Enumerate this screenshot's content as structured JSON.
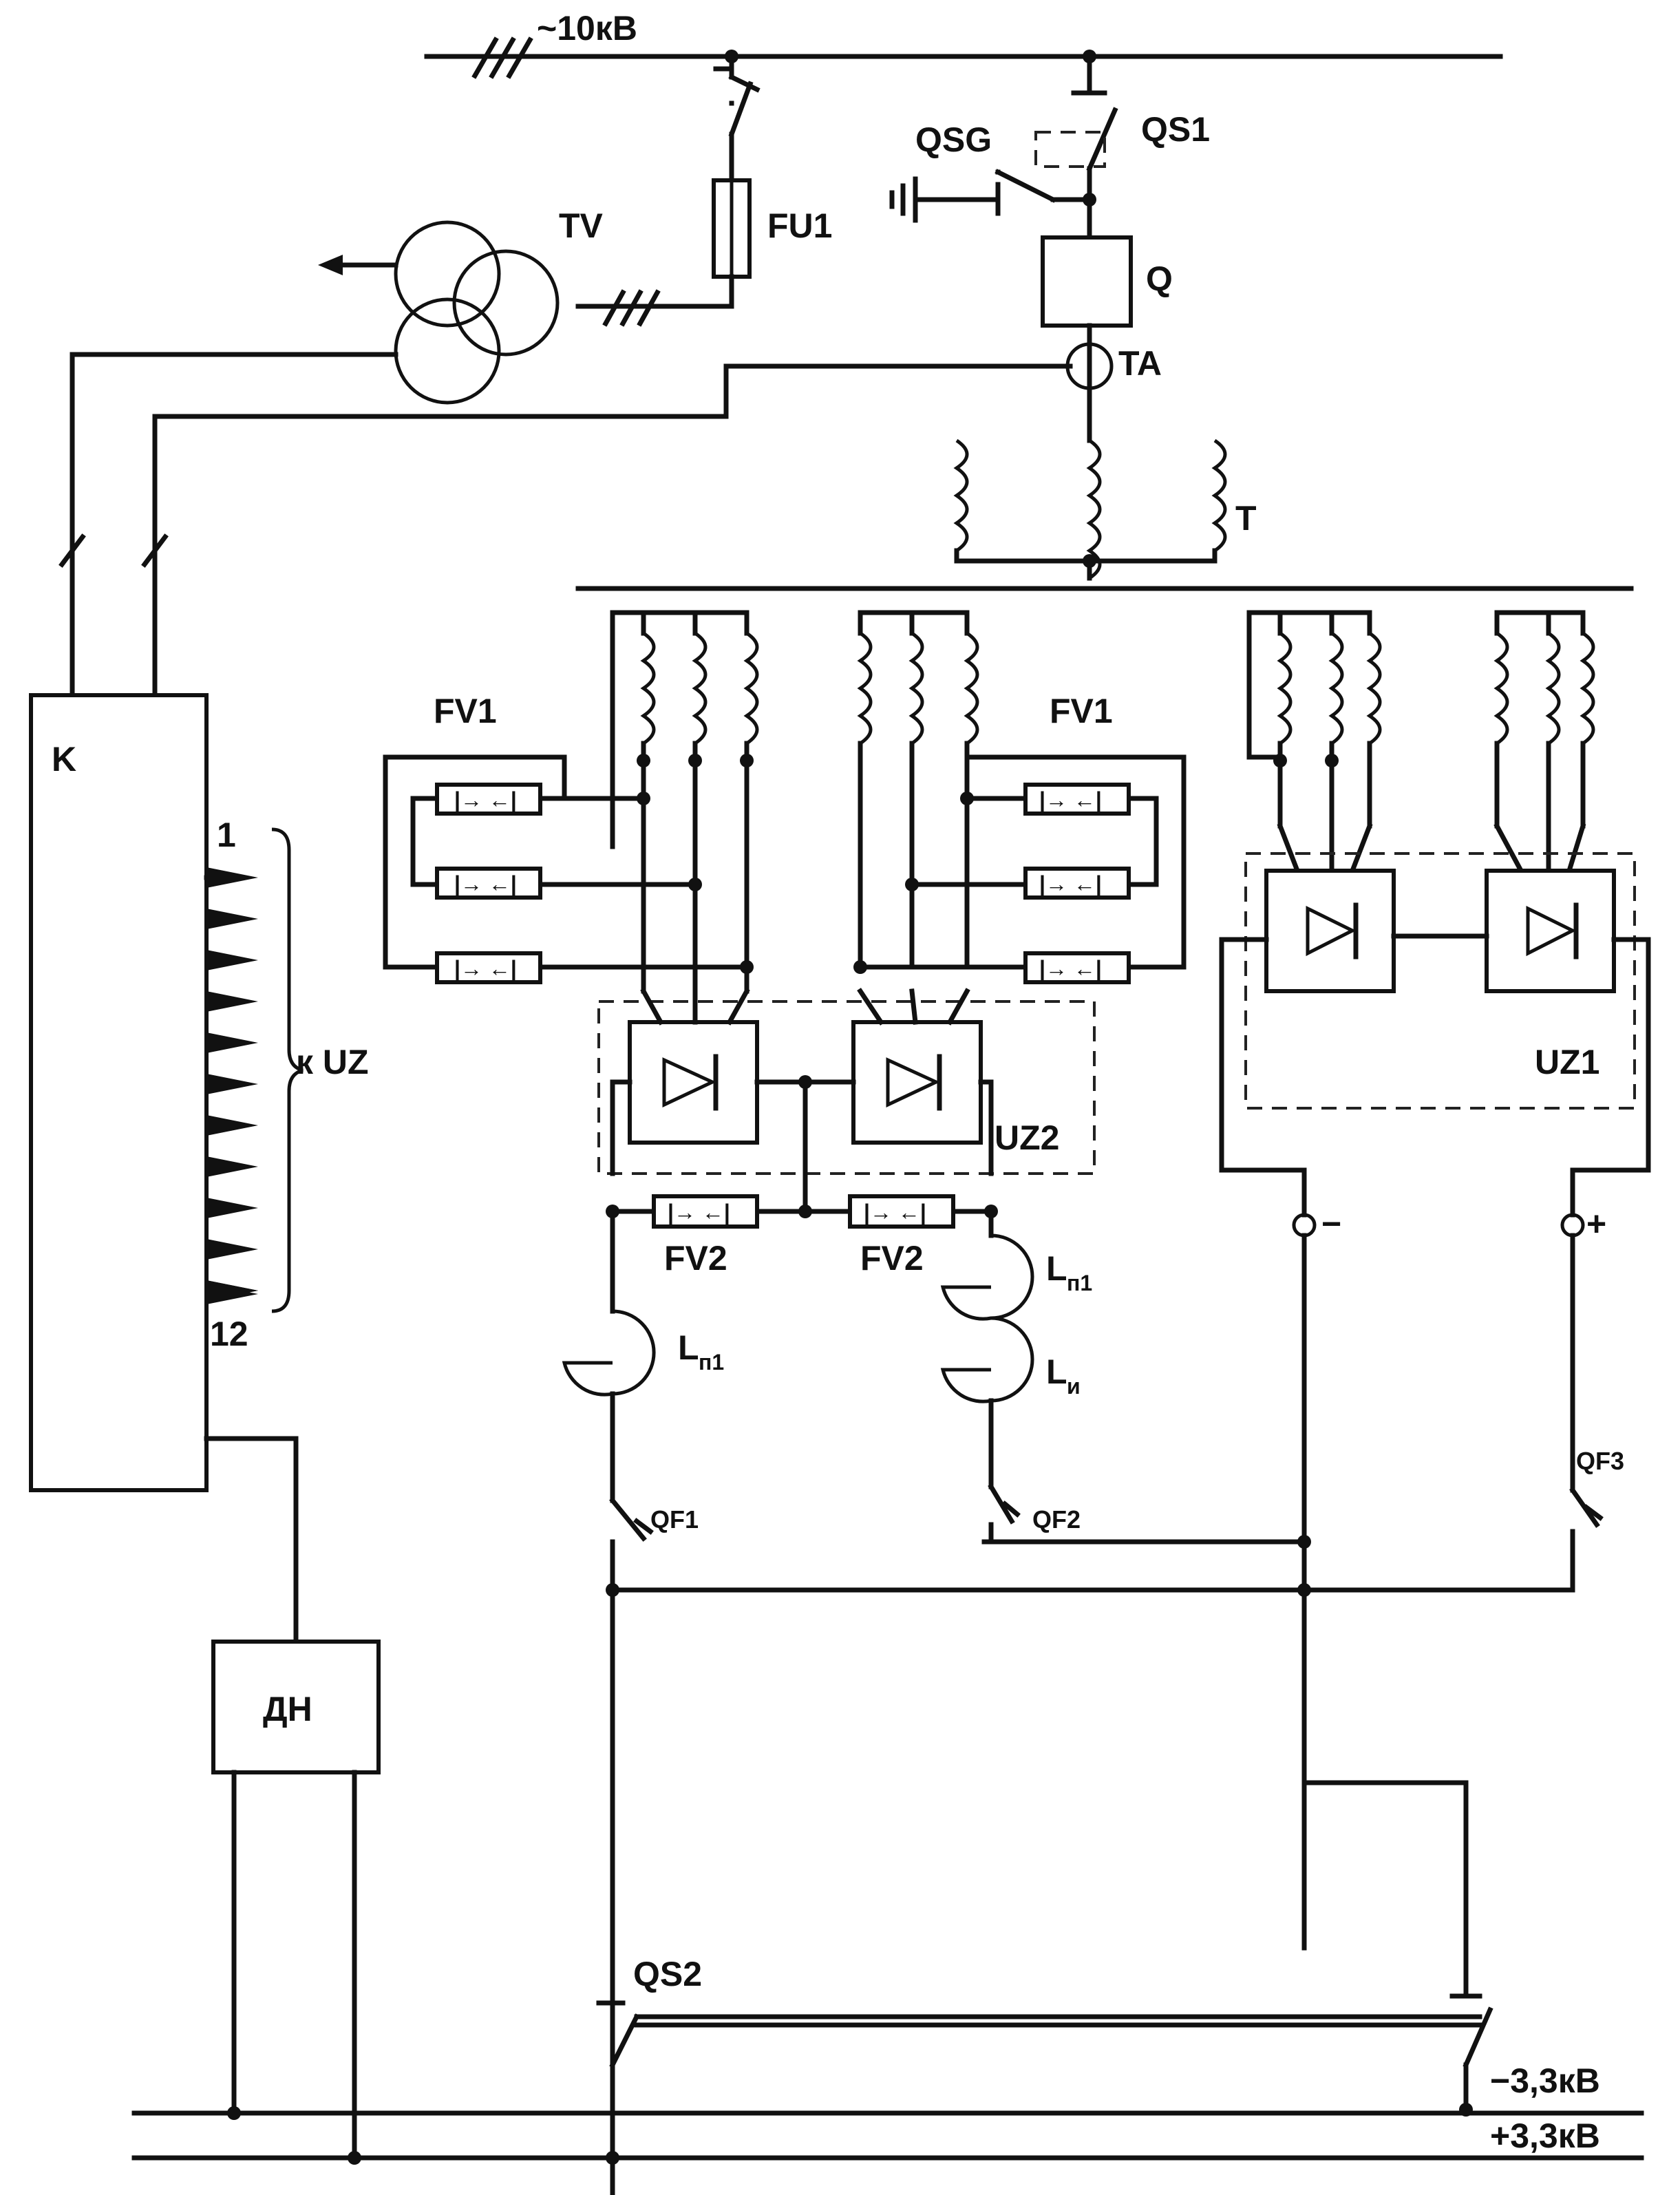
{
  "labels": {
    "bus_10kv": "~10кВ",
    "tv": "TV",
    "fu1": "FU1",
    "qsg": "QSG",
    "qs1": "QS1",
    "q": "Q",
    "ta": "TA",
    "t": "T",
    "k": "K",
    "fv1_left": "FV1",
    "fv1_right": "FV1",
    "pulse_1": "1",
    "pulse_12": "12",
    "to_uz": "к UZ",
    "uz2": "UZ2",
    "uz1": "UZ1",
    "fv2_left": "FV2",
    "fv2_right": "FV2",
    "lp1_left": "L",
    "lp1_left_sub": "п1",
    "lp1_right": "L",
    "lp1_right_sub": "п1",
    "li": "L",
    "li_sub": "и",
    "minus_terminal": "−",
    "plus_terminal": "+",
    "qf1": "QF1",
    "qf2": "QF2",
    "qf3": "QF3",
    "dn": "ДН",
    "qs2": "QS2",
    "minus_bus": "−3,3кВ",
    "plus_bus": "+3,3кВ"
  }
}
